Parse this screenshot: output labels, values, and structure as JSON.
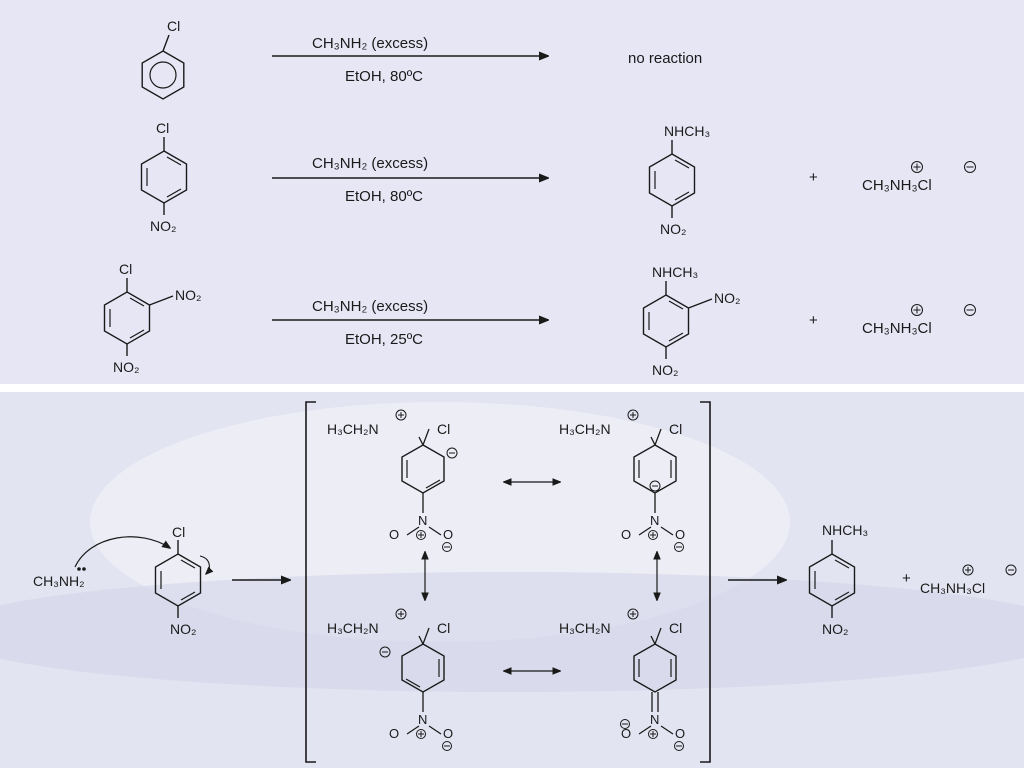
{
  "reactions": [
    {
      "substrate": {
        "top": "Cl",
        "para": "",
        "ortho": ""
      },
      "reagent": "CH₃NH₂ (excess)",
      "conditions": "EtOH, 80ºC",
      "result": "no reaction"
    },
    {
      "substrate": {
        "top": "Cl",
        "para": "NO₂",
        "ortho": ""
      },
      "reagent": "CH₃NH₂ (excess)",
      "conditions": "EtOH, 80ºC",
      "product": {
        "top": "NHCH₃",
        "para": "NO₂",
        "ortho": ""
      },
      "plus": "+",
      "byproduct": "CH₃NH₃Cl"
    },
    {
      "substrate": {
        "top": "Cl",
        "para": "NO₂",
        "ortho": "NO₂"
      },
      "reagent": "CH₃NH₂ (excess)",
      "conditions": "EtOH, 25ºC",
      "product": {
        "top": "NHCH₃",
        "para": "NO₂",
        "ortho": "NO₂"
      },
      "plus": "+",
      "byproduct": "CH₃NH₃Cl"
    }
  ],
  "mechanism": {
    "nucleophile": "CH₃NH₂",
    "substrate": {
      "top": "Cl",
      "para": "NO₂"
    },
    "intermediates": [
      {
        "amine": "H₃CH₂N",
        "cl": "Cl",
        "o": "O",
        "n": "N"
      },
      {
        "amine": "H₃CH₂N",
        "cl": "Cl",
        "o": "O",
        "n": "N"
      },
      {
        "amine": "H₃CH₂N",
        "cl": "Cl",
        "o": "O",
        "n": "N"
      },
      {
        "amine": "H₃CH₂N",
        "cl": "Cl",
        "o": "O",
        "n": "N"
      }
    ],
    "product": {
      "top": "NHCH₃",
      "para": "NO₂"
    },
    "plus": "+",
    "byproduct": "CH₃NH₃Cl"
  },
  "colors": {
    "top_background": "#e7e6f5",
    "bottom_background": "#e3e4f1",
    "ink": "#1a1a1a"
  }
}
